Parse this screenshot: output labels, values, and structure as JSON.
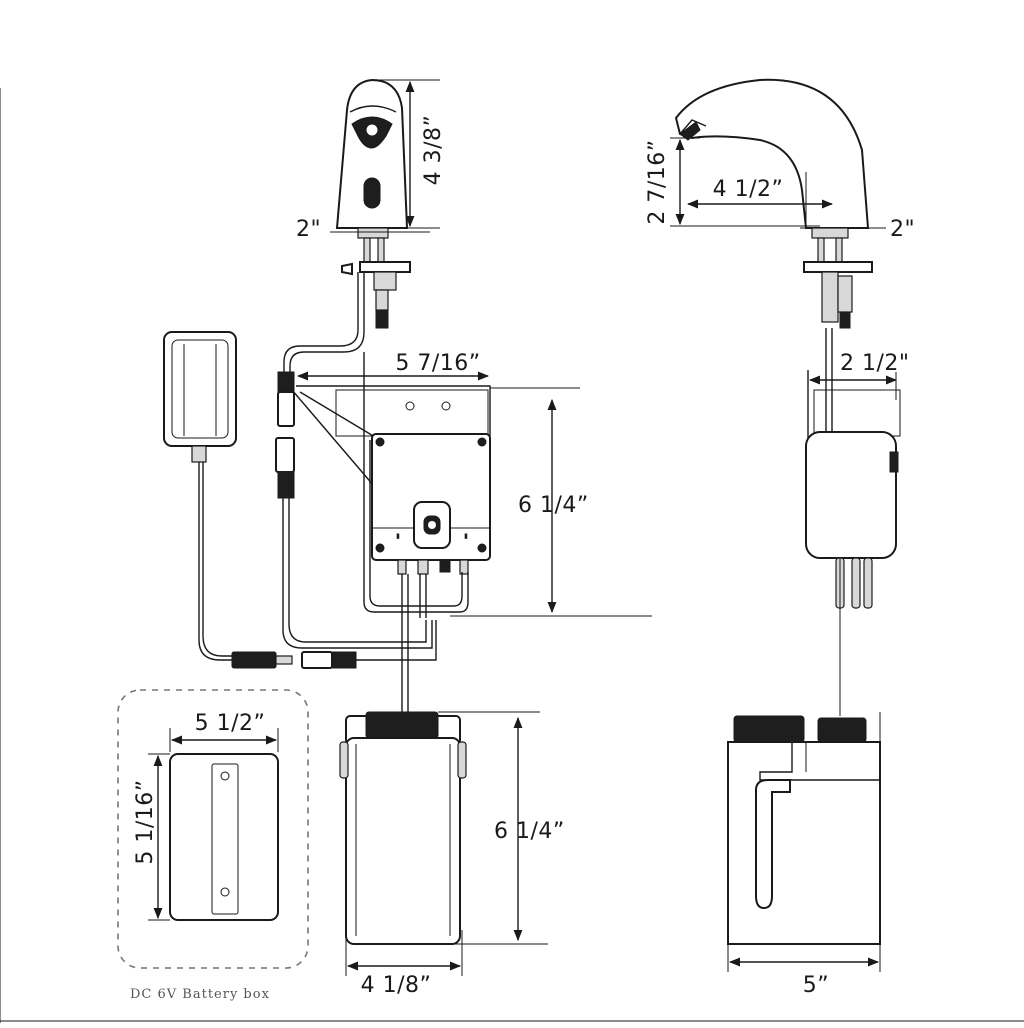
{
  "dimensions": {
    "faucet_front_height": "4 3/8”",
    "faucet_front_base": "2\"",
    "faucet_side_spout_height": "2 7/16”",
    "faucet_side_reach": "4 1/2”",
    "faucet_side_base": "2\"",
    "control_box_width": "5 7/16”",
    "control_box_height": "6 1/4”",
    "control_box_depth": "2 1/2\"",
    "tank_height": "6 1/4”",
    "tank_width": "4 1/8”",
    "tank_depth": "5”",
    "battery_box_width": "5 1/2”",
    "battery_box_height": "5 1/16”"
  },
  "captions": {
    "battery_box": "DC 6V Battery box"
  },
  "colors": {
    "line": "#1a1a1a",
    "dark_fill": "#1e1e1e",
    "caption": "#555555",
    "dashed_border": "#777777"
  }
}
